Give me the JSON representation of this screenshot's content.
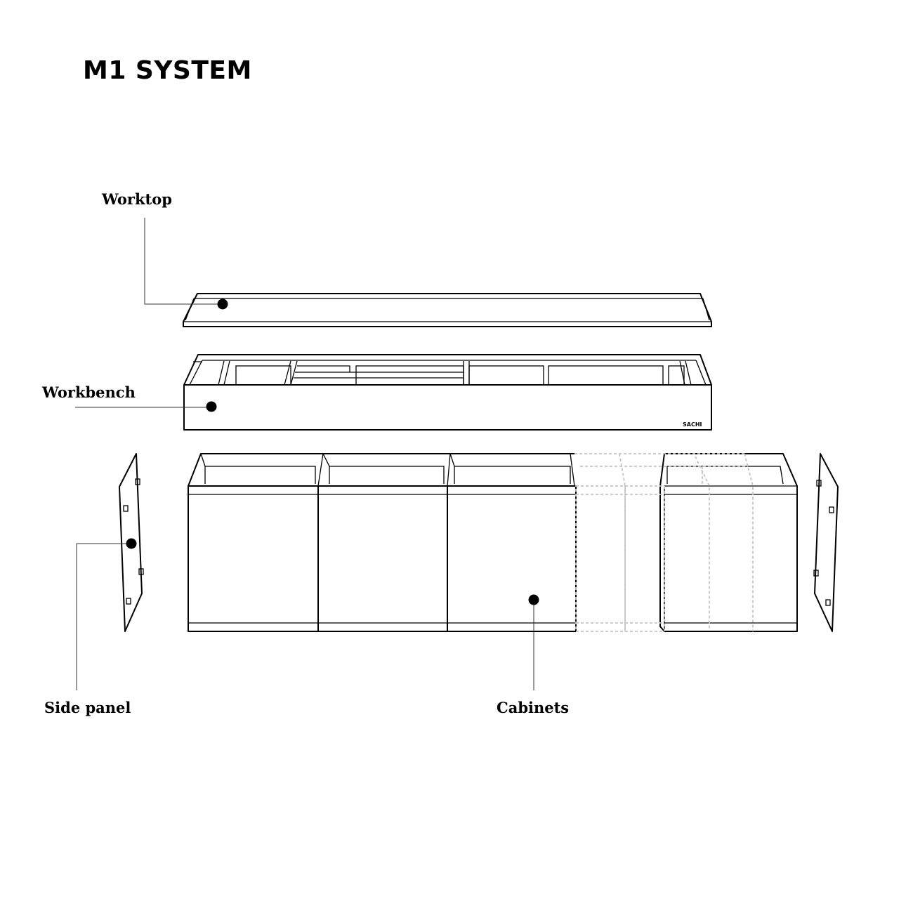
{
  "title": "M1 SYSTEM",
  "labels": {
    "worktop": "Worktop",
    "workbench": "Workbench",
    "side_panel": "Side panel",
    "cabinets": "Cabinets"
  },
  "brand_mark": "SACHI",
  "colors": {
    "line": "#000000",
    "ghost_module": "#c4c4c4",
    "background": "#ffffff"
  }
}
